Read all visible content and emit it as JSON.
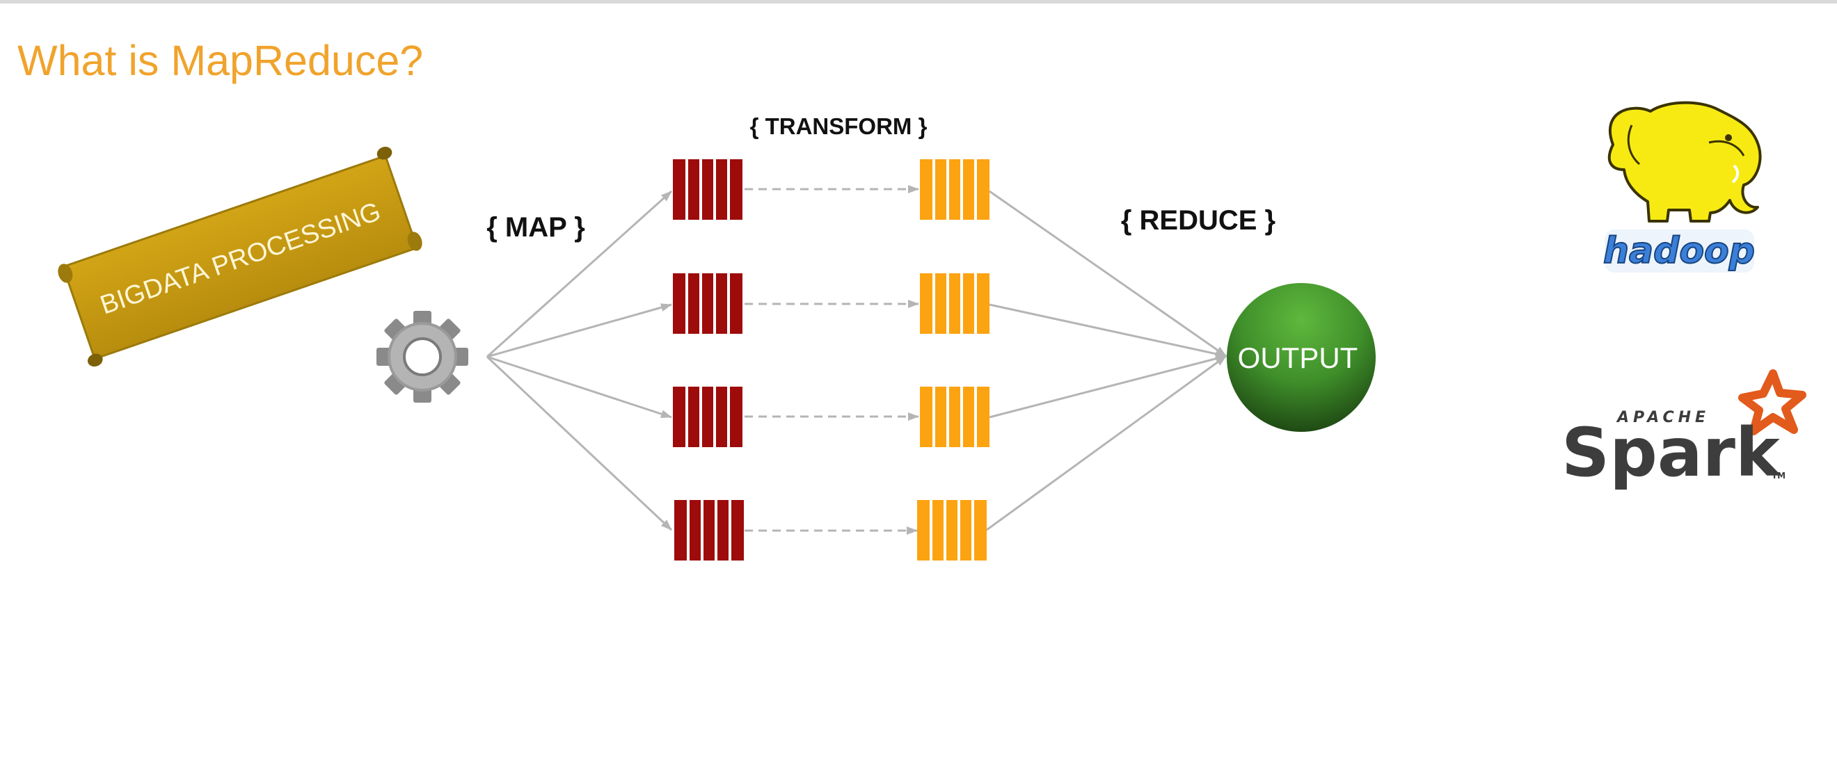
{
  "slide": {
    "title": "What is MapReduce?"
  },
  "diagram": {
    "input_label": "BIGDATA PROCESSING",
    "map_label": "{ MAP }",
    "transform_label": "{  TRANSFORM }",
    "reduce_label": "{  REDUCE }",
    "output_label": "OUTPUT",
    "lanes": 4,
    "colors": {
      "title": "#f0a32c",
      "banner": "#c79a12",
      "map_block": "#9e0b0b",
      "transform_block": "#fca311",
      "output_fill": "#3f8f2a",
      "connector": "#b5b5b5"
    }
  },
  "logos": {
    "hadoop": {
      "icon": "hadoop-elephant-icon",
      "wordmark": "hadoop"
    },
    "spark": {
      "icon": "spark-star-icon",
      "apache": "APACHE",
      "wordmark": "Spark",
      "tm": "TM"
    }
  }
}
